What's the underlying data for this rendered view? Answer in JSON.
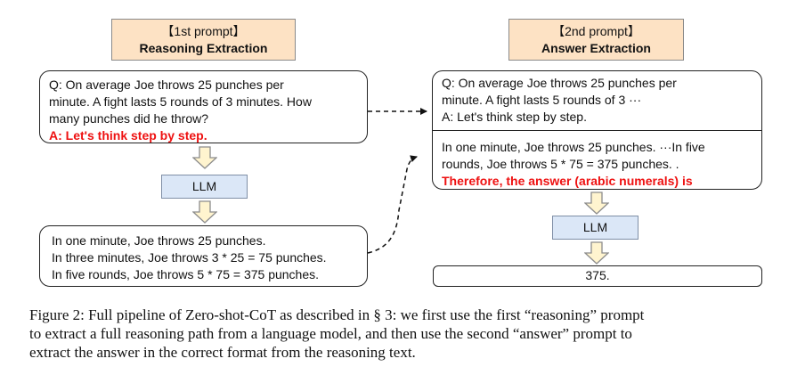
{
  "left": {
    "header": {
      "tag": "【1st prompt】",
      "title": "Reasoning Extraction"
    },
    "question_lines": [
      "Q: On average Joe throws 25 punches per",
      "minute.  A fight lasts 5 rounds of 3 minutes.  How",
      "many punches did he throw?"
    ],
    "trigger": "A: Let's think step by step.",
    "model_label": "LLM",
    "output_lines": [
      "In one minute, Joe throws 25 punches.",
      "In three minutes, Joe throws 3 * 25 = 75 punches.",
      "In five rounds, Joe throws 5 * 75 = 375 punches."
    ]
  },
  "right": {
    "header": {
      "tag": "【2nd prompt】",
      "title": "Answer Extraction"
    },
    "question_lines": [
      "Q: On average Joe throws 25 punches per",
      "minute.  A fight lasts 5 rounds of 3 ···",
      "A: Let's think step by step."
    ],
    "reasoning_lines": [
      "In one minute, Joe throws 25 punches. ···In five",
      "rounds, Joe throws 5 * 75 = 375 punches. ."
    ],
    "trigger": "Therefore, the answer (arabic numerals) is",
    "model_label": "LLM",
    "answer": "375."
  },
  "caption_lines": [
    "Figure 2: Full pipeline of Zero-shot-CoT as described in § 3: we first use the first “reasoning” prompt",
    "to extract a full reasoning path from a language model, and then use the second “answer” prompt to",
    "extract the answer in the correct format from the reasoning text."
  ],
  "colors": {
    "header_fill": "#fde2c4",
    "llm_fill": "#dbe7f7",
    "trigger_text": "#ee1111",
    "arrow_fill": "#fff4cf",
    "arrow_stroke": "#8c8c8c"
  }
}
